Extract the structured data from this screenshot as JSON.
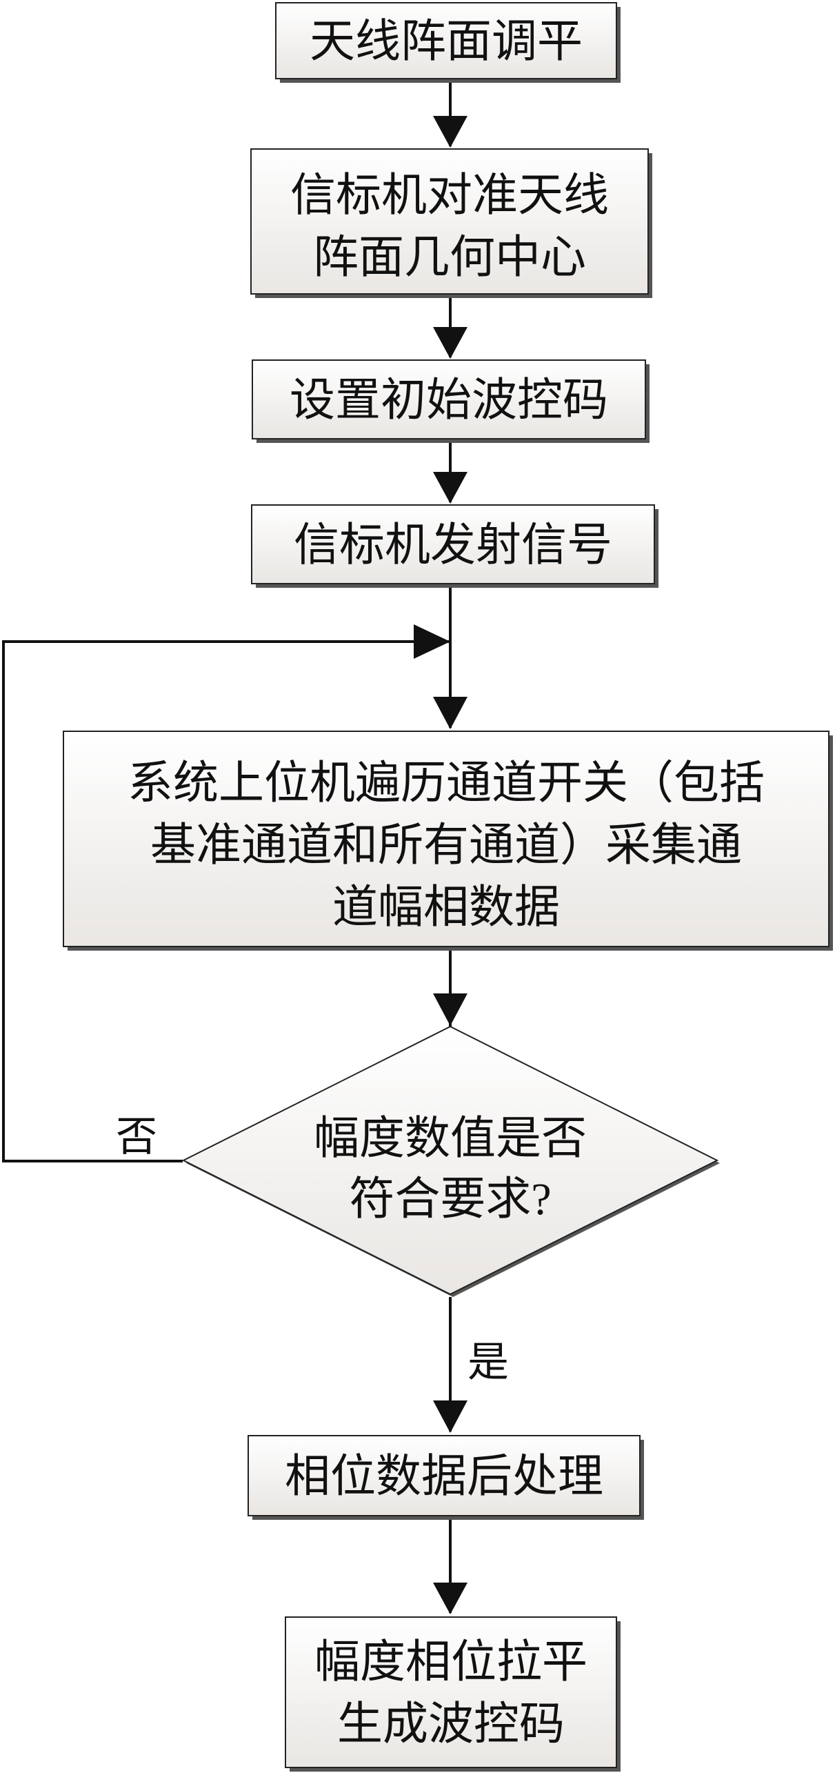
{
  "nodes": {
    "step1": [
      "天线阵面调平"
    ],
    "step2": [
      "信标机对准天线",
      "阵面几何中心"
    ],
    "step3": [
      "设置初始波控码"
    ],
    "step4": [
      "信标机发射信号"
    ],
    "step5": [
      "系统上位机遍历通道开关（包括",
      "基准通道和所有通道）采集通",
      "道幅相数据"
    ],
    "decision": [
      "幅度数值是否",
      "符合要求?"
    ],
    "step6": [
      "相位数据后处理"
    ],
    "step7": [
      "幅度相位拉平",
      "生成波控码"
    ]
  },
  "labels": {
    "no": "否",
    "yes": "是"
  },
  "colors": {
    "box_fill_top": "#ffffff",
    "box_fill_bottom": "#e9e6e3",
    "box_stroke": "#222222",
    "shadow": "#555555",
    "line": "#111111"
  }
}
